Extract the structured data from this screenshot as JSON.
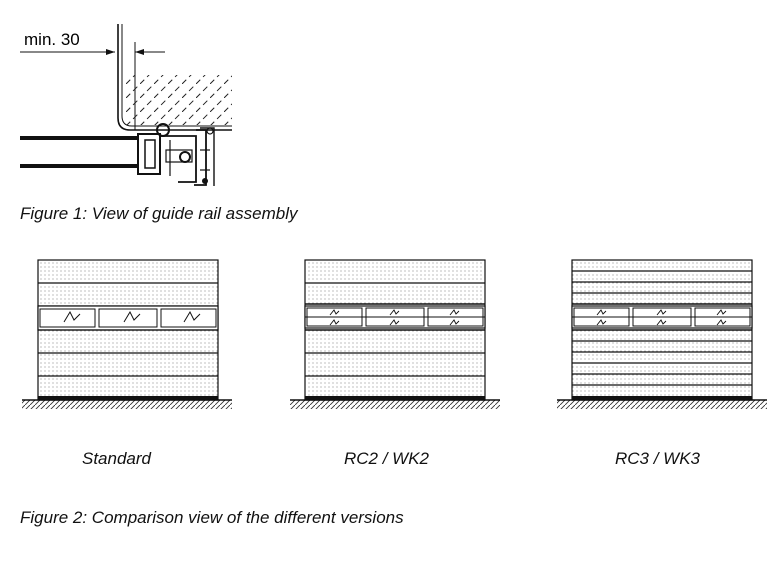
{
  "figure1": {
    "dimension_label": "min. 30",
    "caption": "Figure 1: View of guide rail assembly"
  },
  "figure2": {
    "caption": "Figure 2: Comparison view of the different versions",
    "versions": [
      {
        "label": "Standard"
      },
      {
        "label": "RC2 / WK2"
      },
      {
        "label": "RC3 / WK3"
      }
    ]
  }
}
